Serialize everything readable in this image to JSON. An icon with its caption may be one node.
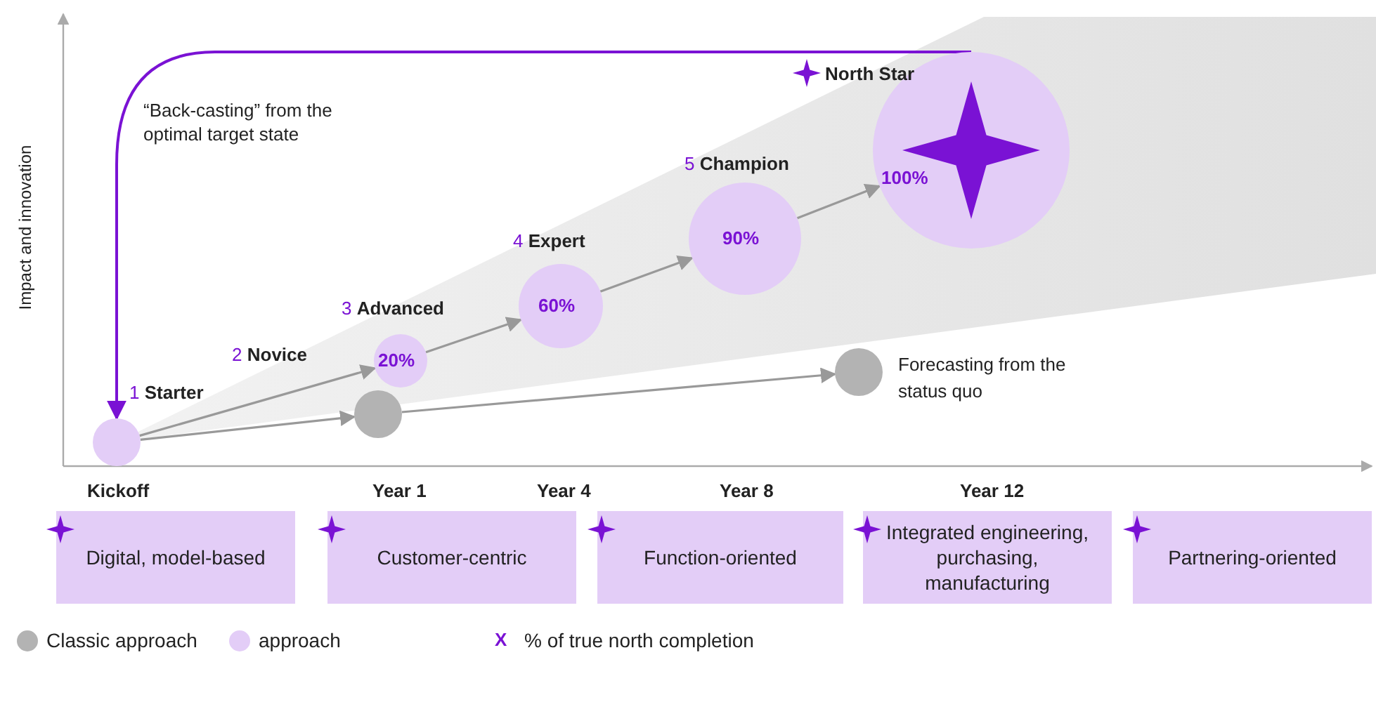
{
  "diagram": {
    "nodes": [
      {
        "text": [
          "“Back-casting” from the optimal target state"
        ]
      },
      {
        "text": [],
        "shape": "circle",
        "beside": [
          "1 **Starter**"
        ]
      },
      {
        "text": [],
        "shape": "circle"
      },
      {
        "text": [
          "20%"
        ],
        "beside": [
          "3 **Advanced**"
        ]
      },
      {
        "text": [
          "60%"
        ],
        "beside": [
          "4 **Expert**"
        ]
      },
      {
        "text": [
          "90%"
        ],
        "beside": [
          "5 **Champion**"
        ]
      },
      {
        "text": [
          "100%"
        ],
        "beside": [
          "North Star"
        ]
      },
      {
        "text": [],
        "shape": "circle",
        "beside": [
          "Forecasting from the status quo"
        ]
      },
      {
        "text": [
          "Digital, model-based"
        ]
      },
      {
        "text": [
          "Customer-centric"
        ]
      },
      {
        "text": [
          "Function-oriented"
        ]
      },
      {
        "text": [
          "Integrated engineering, purchasing, manufacturing"
        ]
      },
      {
        "text": [
          "Partnering-oriented"
        ]
      }
    ],
    "edges": [
      {
        "from": 6,
        "to": 1,
        "arrow": "to",
        "color": "#7a12d4"
      },
      {
        "from": 1,
        "to": 3,
        "arrow": "to"
      },
      {
        "from": 1,
        "to": 2,
        "arrow": "to"
      },
      {
        "from": 3,
        "to": 4,
        "arrow": "to"
      },
      {
        "from": 4,
        "to": 5,
        "arrow": "to"
      },
      {
        "from": 5,
        "to": 6,
        "arrow": "to"
      },
      {
        "from": 2,
        "to": 7,
        "arrow": "to"
      }
    ],
    "labels": [
      "Impact and innovation",
      "2 **Novice**",
      "Kickoff",
      "Year 1",
      "Year 4",
      "Year 8",
      "Year 12",
      "X"
    ],
    "legend": [
      {
        "text": "Classic approach",
        "color": "#b3b3b3"
      },
      {
        "text": "approach",
        "color": "#e3cdf7"
      },
      {
        "text": "% of true north completion"
      }
    ]
  }
}
